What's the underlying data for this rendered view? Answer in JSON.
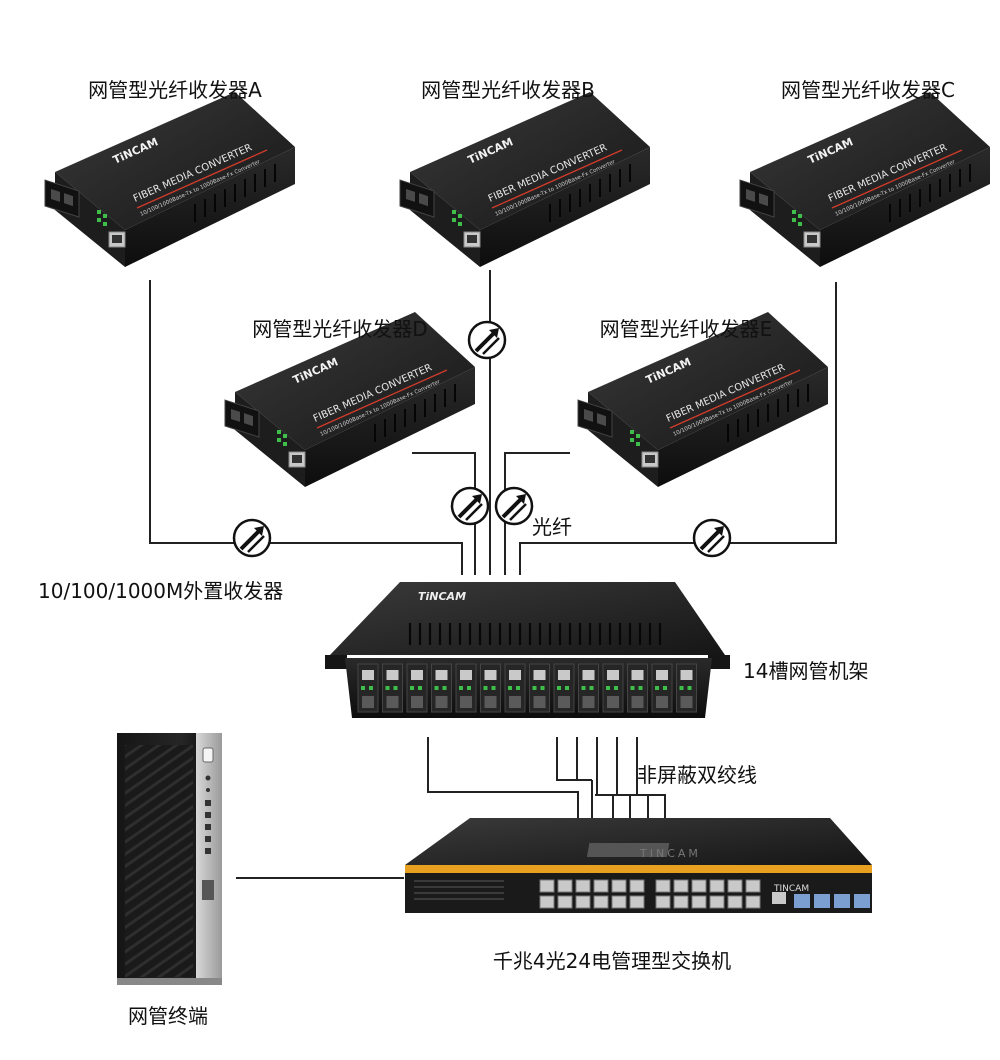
{
  "devices": {
    "converter_a": {
      "label": "网管型光纤收发器A",
      "brand": "TiNCAM",
      "model_line": "FIBER MEDIA CONVERTER",
      "model_sub": "10/100/1000Base-Tx to 1000Base-Fx Converter"
    },
    "converter_b": {
      "label": "网管型光纤收发器B",
      "brand": "TiNCAM",
      "model_line": "FIBER MEDIA CONVERTER",
      "model_sub": "10/100/1000Base-Tx to 1000Base-Fx Converter"
    },
    "converter_c": {
      "label": "网管型光纤收发器C",
      "brand": "TiNCAM",
      "model_line": "FIBER MEDIA CONVERTER",
      "model_sub": "10/100/1000Base-Tx to 1000Base-Fx Converter"
    },
    "converter_d": {
      "label": "网管型光纤收发器D",
      "brand": "TiNCAM",
      "model_line": "FIBER MEDIA CONVERTER",
      "model_sub": "10/100/1000Base-Tx to 1000Base-Fx Converter"
    },
    "converter_e": {
      "label": "网管型光纤收发器E",
      "brand": "TiNCAM",
      "model_line": "FIBER MEDIA CONVERTER",
      "model_sub": "10/100/1000Base-Tx to 1000Base-Fx Converter"
    },
    "rack": {
      "label": "14槽网管机架",
      "brand": "TiNCAM"
    },
    "switch": {
      "label": "千兆4光24电管理型交换机",
      "brand": "TiNCAM",
      "panel_brand": "TINCAM"
    },
    "terminal": {
      "label": "网管终端"
    }
  },
  "annotations": {
    "fiber": "光纤",
    "external": "10/100/1000M外置收发器",
    "cable": "非屏蔽双绞线"
  },
  "colors": {
    "line": "#222222",
    "device_body": "#1c1c1c",
    "device_face": "#2b2b2b",
    "switch_strip": "#e8a020",
    "led_green": "#3fbf4a",
    "port_silver": "#c9c9c9"
  }
}
